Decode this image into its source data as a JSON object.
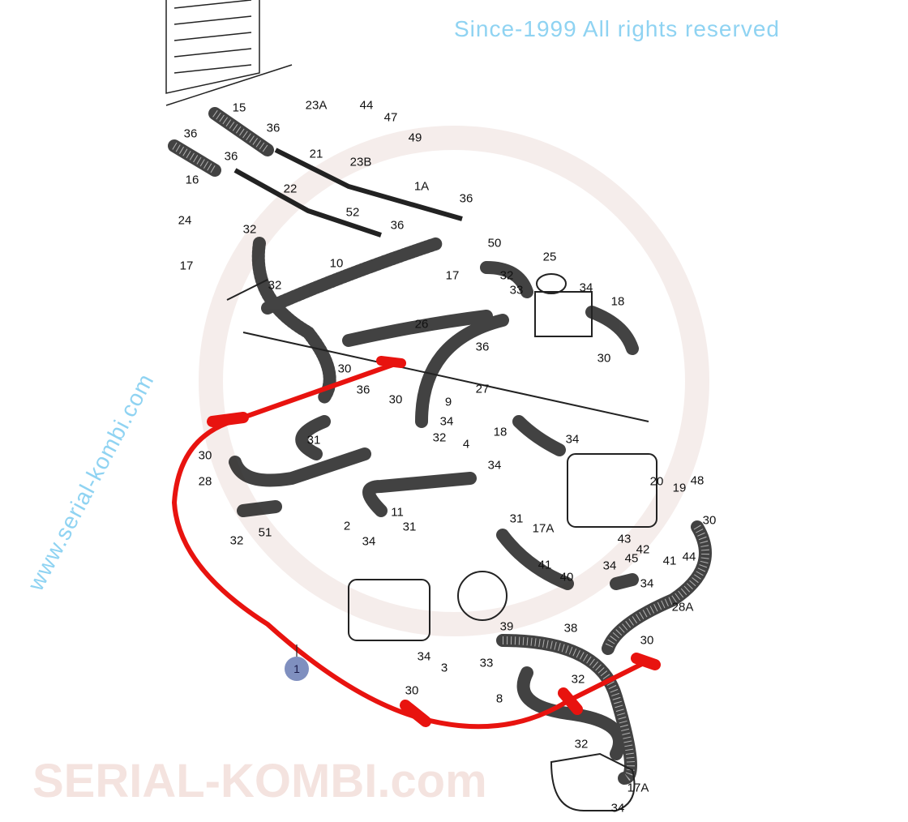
{
  "watermark": {
    "top_text": "Since-1999 All rights reserved",
    "left_text": "www.serial-kombi.com",
    "center_text": "SERIAL-KOMBI.com"
  },
  "highlighted_part": {
    "number": "1",
    "color": "#e8130f",
    "callout_color": "#7f8fbf"
  },
  "labels": [
    "36",
    "15",
    "23A",
    "44",
    "47",
    "36",
    "49",
    "21",
    "23B",
    "16",
    "36",
    "1A",
    "22",
    "52",
    "36",
    "24",
    "36",
    "32",
    "50",
    "25",
    "17",
    "10",
    "17",
    "32",
    "32",
    "33",
    "34",
    "18",
    "26",
    "36",
    "30",
    "30",
    "36",
    "30",
    "27",
    "9",
    "34",
    "18",
    "34",
    "32",
    "31",
    "4",
    "30",
    "34",
    "28",
    "20",
    "48",
    "19",
    "30",
    "11",
    "31",
    "31",
    "17A",
    "32",
    "51",
    "2",
    "34",
    "43",
    "42",
    "44",
    "41",
    "34",
    "45",
    "34",
    "41",
    "40",
    "28A",
    "38",
    "39",
    "30",
    "34",
    "33",
    "32",
    "3",
    "30",
    "8",
    "32",
    "17A",
    "34"
  ]
}
